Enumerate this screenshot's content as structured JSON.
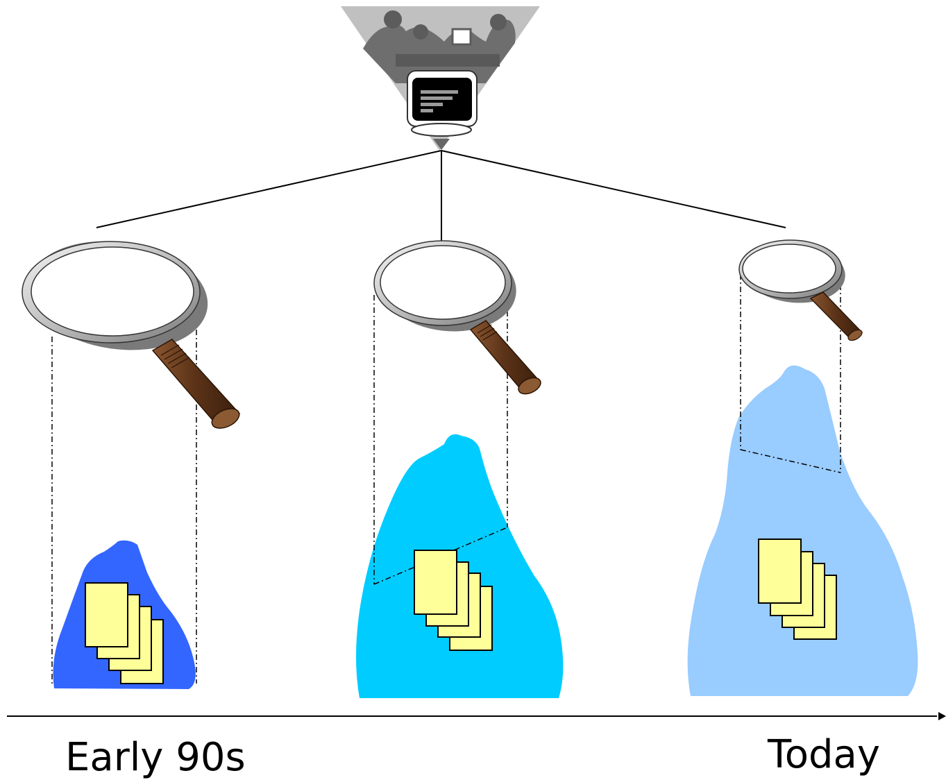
{
  "timeline": {
    "start_label": "Early 90s",
    "end_label": "Today"
  },
  "panels": [
    {
      "id": "early",
      "mountain_color": "#3366ff",
      "lens": "large"
    },
    {
      "id": "middle",
      "mountain_color": "#00ccff",
      "lens": "medium"
    },
    {
      "id": "today",
      "mountain_color": "#99ccff",
      "lens": "small"
    }
  ],
  "colors": {
    "document_fill": "#ffff99",
    "lens_rim": "#c8c8c8",
    "handle": "#6b3e1f",
    "projection_cone": "#c0c0c0",
    "monitor_screen": "#000000"
  },
  "icons": [
    "users-at-computer-icon",
    "monitor-icon",
    "magnifying-glass-icon",
    "document-stack-icon",
    "arrow-right-icon"
  ]
}
